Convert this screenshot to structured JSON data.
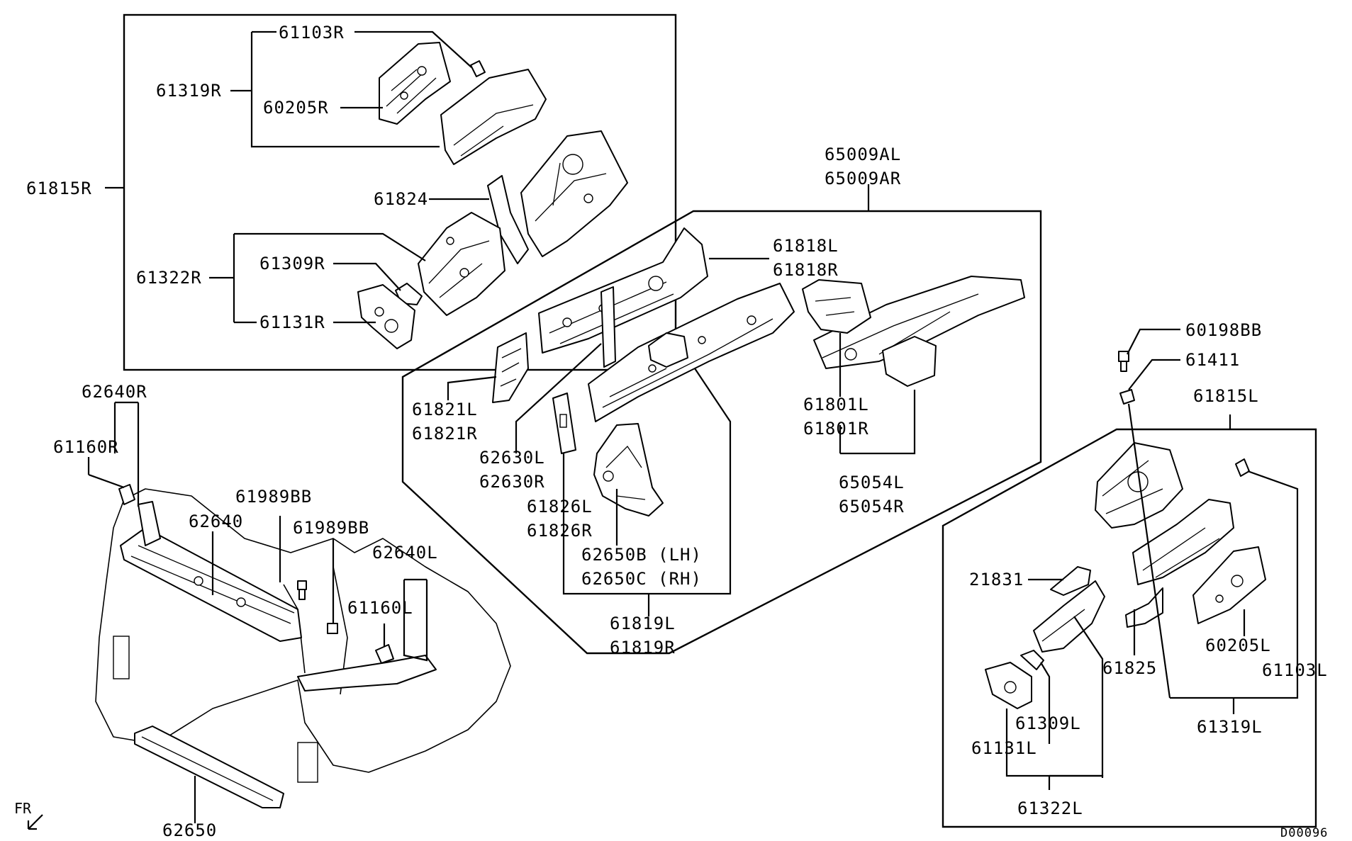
{
  "diagram": {
    "reference_code": "D00096",
    "front_indicator": "FR",
    "groups": {
      "top_left": {
        "assembly": "61815R",
        "sub_assemblies": [
          "61319R",
          "61322R"
        ],
        "parts": [
          "61103R",
          "60205R",
          "61824",
          "61309R",
          "61131R"
        ]
      },
      "center": {
        "assembly": [
          "65009AL",
          "65009AR"
        ],
        "parts": [
          "61818L",
          "61818R",
          "61821L",
          "61821R",
          "62630L",
          "62630R",
          "61826L",
          "61826R",
          "62650B (LH)",
          "62650C (RH)",
          "61819L",
          "61819R",
          "61801L",
          "61801R",
          "65054L",
          "65054R"
        ]
      },
      "right": {
        "assembly": "61815L",
        "sub_assemblies": [
          "61319L",
          "61322L"
        ],
        "parts": [
          "21831",
          "61825",
          "60205L",
          "61103L",
          "61309L",
          "61131L"
        ]
      },
      "loose": [
        "60198BB",
        "61411",
        "62640R",
        "61160R",
        "62640",
        "61989BB",
        "61989BB",
        "62640L",
        "61160L",
        "62650"
      ]
    }
  },
  "labels": {
    "l61103R": "61103R",
    "l61319R": "61319R",
    "l60205R": "60205R",
    "l61815R": "61815R",
    "l61824": "61824",
    "l61322R": "61322R",
    "l61309R": "61309R",
    "l61131R": "61131R",
    "l65009AL": "65009AL",
    "l65009AR": "65009AR",
    "l61818L": "61818L",
    "l61818R": "61818R",
    "l61821L": "61821L",
    "l61821R": "61821R",
    "l62630L": "62630L",
    "l62630R": "62630R",
    "l61826L": "61826L",
    "l61826R": "61826R",
    "l62650B": "62650B (LH)",
    "l62650C": "62650C (RH)",
    "l61819L": "61819L",
    "l61819R": "61819R",
    "l61801L": "61801L",
    "l61801R": "61801R",
    "l65054L": "65054L",
    "l65054R": "65054R",
    "l60198BB": "60198BB",
    "l61411": "61411",
    "l61815L": "61815L",
    "l21831": "21831",
    "l61825": "61825",
    "l60205L": "60205L",
    "l61103L": "61103L",
    "l61319L": "61319L",
    "l61309L": "61309L",
    "l61131L": "61131L",
    "l61322L": "61322L",
    "l62640R": "62640R",
    "l61160R": "61160R",
    "l62640": "62640",
    "l61989BB_a": "61989BB",
    "l61989BB_b": "61989BB",
    "l62640L": "62640L",
    "l61160L": "61160L",
    "l62650": "62650",
    "fr": "FR",
    "code": "D00096"
  }
}
